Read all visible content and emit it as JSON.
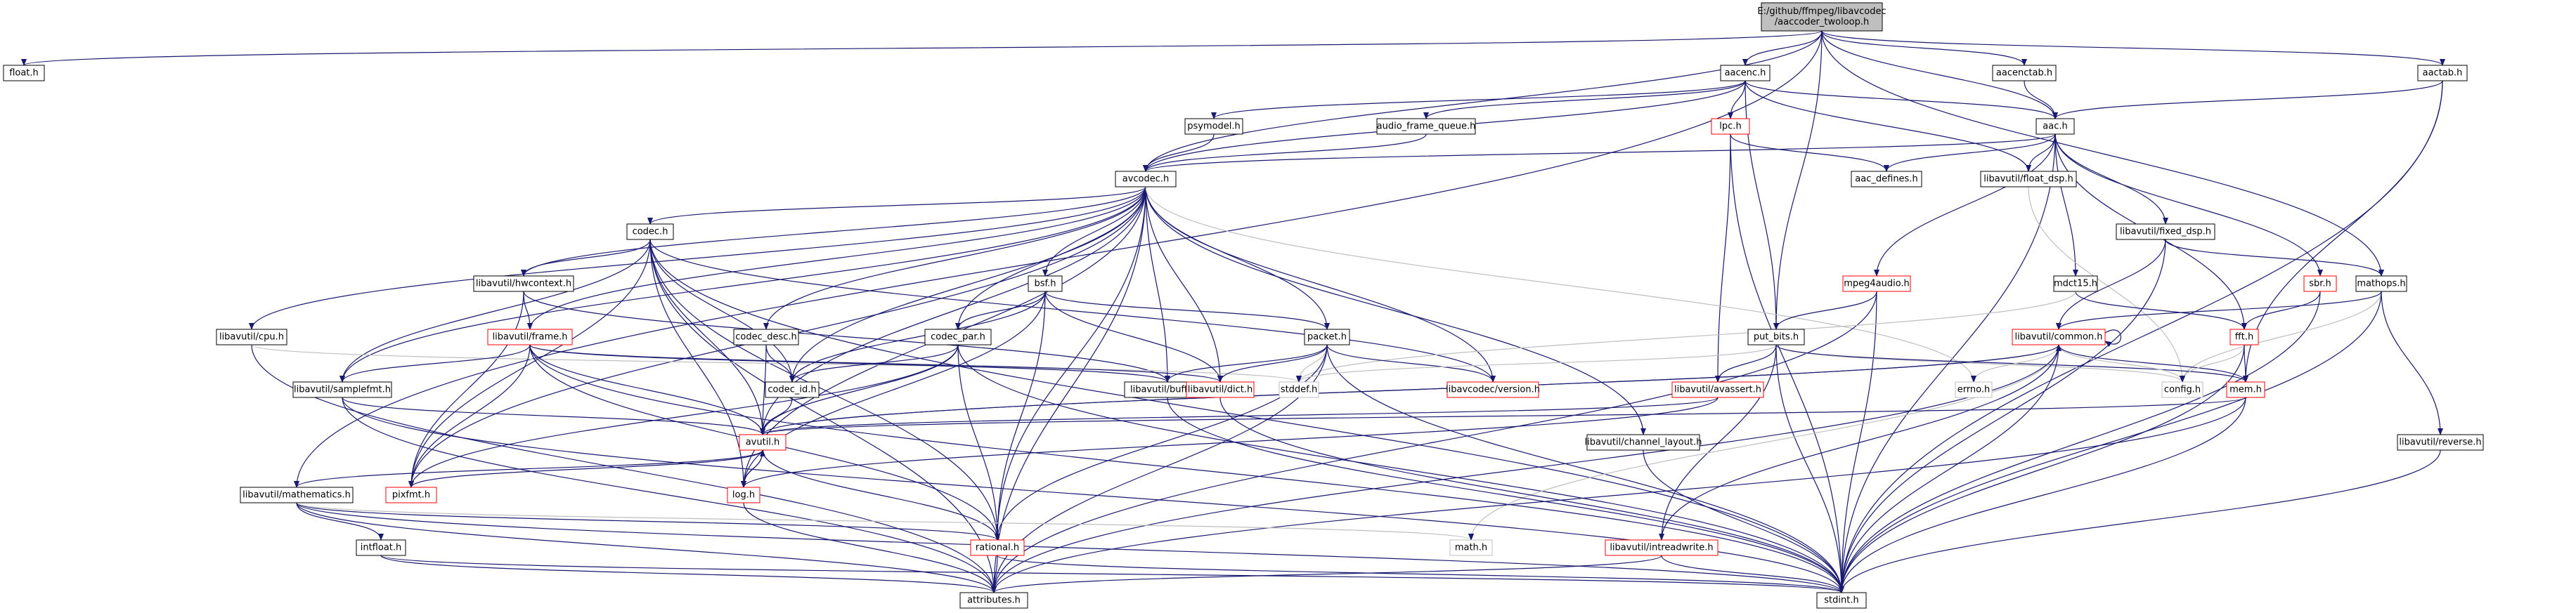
{
  "graph": {
    "nodes": [
      {
        "id": "root",
        "label": "E:/github/ffmpeg/libavcodec\n/aaccoder_twoloop.h",
        "style": "root"
      },
      {
        "id": "float",
        "label": "float.h",
        "style": "normal"
      },
      {
        "id": "aacenc",
        "label": "aacenc.h",
        "style": "normal"
      },
      {
        "id": "aacenctab",
        "label": "aacenctab.h",
        "style": "normal"
      },
      {
        "id": "aactab",
        "label": "aactab.h",
        "style": "normal"
      },
      {
        "id": "psymodel",
        "label": "psymodel.h",
        "style": "normal"
      },
      {
        "id": "afq",
        "label": "audio_frame_queue.h",
        "style": "normal"
      },
      {
        "id": "lpc",
        "label": "lpc.h",
        "style": "missing"
      },
      {
        "id": "aac",
        "label": "aac.h",
        "style": "normal"
      },
      {
        "id": "avcodec",
        "label": "avcodec.h",
        "style": "normal"
      },
      {
        "id": "aacdefines",
        "label": "aac_defines.h",
        "style": "normal"
      },
      {
        "id": "floatdsp",
        "label": "libavutil/float_dsp.h",
        "style": "normal"
      },
      {
        "id": "codec",
        "label": "codec.h",
        "style": "normal"
      },
      {
        "id": "fixeddsp",
        "label": "libavutil/fixed_dsp.h",
        "style": "normal"
      },
      {
        "id": "hwcontext",
        "label": "libavutil/hwcontext.h",
        "style": "normal"
      },
      {
        "id": "bsf",
        "label": "bsf.h",
        "style": "normal"
      },
      {
        "id": "mpeg4audio",
        "label": "mpeg4audio.h",
        "style": "missing"
      },
      {
        "id": "mdct15",
        "label": "mdct15.h",
        "style": "normal"
      },
      {
        "id": "sbr",
        "label": "sbr.h",
        "style": "missing"
      },
      {
        "id": "mathops",
        "label": "mathops.h",
        "style": "normal"
      },
      {
        "id": "cpu",
        "label": "libavutil/cpu.h",
        "style": "normal"
      },
      {
        "id": "frame",
        "label": "libavutil/frame.h",
        "style": "missing"
      },
      {
        "id": "codecdesc",
        "label": "codec_desc.h",
        "style": "normal"
      },
      {
        "id": "codecpar",
        "label": "codec_par.h",
        "style": "normal"
      },
      {
        "id": "packet",
        "label": "packet.h",
        "style": "normal"
      },
      {
        "id": "putbits",
        "label": "put_bits.h",
        "style": "normal"
      },
      {
        "id": "common",
        "label": "libavutil/common.h",
        "style": "missing"
      },
      {
        "id": "fft",
        "label": "fft.h",
        "style": "missing"
      },
      {
        "id": "samplefmt",
        "label": "libavutil/samplefmt.h",
        "style": "normal"
      },
      {
        "id": "codecid",
        "label": "codec_id.h",
        "style": "normal"
      },
      {
        "id": "buffer",
        "label": "libavutil/buffer.h",
        "style": "normal"
      },
      {
        "id": "dict",
        "label": "libavutil/dict.h",
        "style": "missing"
      },
      {
        "id": "stddef",
        "label": "stddef.h",
        "style": "gray"
      },
      {
        "id": "version",
        "label": "libavcodec/version.h",
        "style": "missing"
      },
      {
        "id": "avassert",
        "label": "libavutil/avassert.h",
        "style": "missing"
      },
      {
        "id": "errno",
        "label": "errno.h",
        "style": "gray"
      },
      {
        "id": "config",
        "label": "config.h",
        "style": "gray"
      },
      {
        "id": "mem",
        "label": "mem.h",
        "style": "missing"
      },
      {
        "id": "avutil",
        "label": "avutil.h",
        "style": "missing"
      },
      {
        "id": "chlayout",
        "label": "libavutil/channel_layout.h",
        "style": "normal"
      },
      {
        "id": "reverse",
        "label": "libavutil/reverse.h",
        "style": "normal"
      },
      {
        "id": "mathematics",
        "label": "libavutil/mathematics.h",
        "style": "normal"
      },
      {
        "id": "pixfmt",
        "label": "pixfmt.h",
        "style": "missing"
      },
      {
        "id": "log",
        "label": "log.h",
        "style": "missing"
      },
      {
        "id": "intfloat",
        "label": "intfloat.h",
        "style": "normal"
      },
      {
        "id": "rational",
        "label": "rational.h",
        "style": "missing"
      },
      {
        "id": "math",
        "label": "math.h",
        "style": "gray"
      },
      {
        "id": "intreadwrite",
        "label": "libavutil/intreadwrite.h",
        "style": "missing"
      },
      {
        "id": "attributes",
        "label": "attributes.h",
        "style": "normal"
      },
      {
        "id": "stdint",
        "label": "stdint.h",
        "style": "normal"
      }
    ],
    "edges": [
      [
        "root",
        "float"
      ],
      [
        "root",
        "aacenc"
      ],
      [
        "root",
        "aacenctab"
      ],
      [
        "root",
        "aactab"
      ],
      [
        "root",
        "mathematics"
      ],
      [
        "root",
        "avcodec"
      ],
      [
        "root",
        "aac"
      ],
      [
        "root",
        "putbits"
      ],
      [
        "root",
        "mathops"
      ],
      [
        "aacenc",
        "psymodel"
      ],
      [
        "aacenc",
        "afq"
      ],
      [
        "aacenc",
        "lpc"
      ],
      [
        "aacenc",
        "aac"
      ],
      [
        "aacenc",
        "avcodec"
      ],
      [
        "aacenc",
        "floatdsp"
      ],
      [
        "aacenc",
        "putbits"
      ],
      [
        "aacenctab",
        "aac"
      ],
      [
        "aactab",
        "aac"
      ],
      [
        "aactab",
        "mem"
      ],
      [
        "aactab",
        "stdint"
      ],
      [
        "psymodel",
        "avcodec"
      ],
      [
        "afq",
        "avcodec"
      ],
      [
        "lpc",
        "aacdefines"
      ],
      [
        "lpc",
        "avassert"
      ],
      [
        "lpc",
        "stdint"
      ],
      [
        "aac",
        "avcodec"
      ],
      [
        "aac",
        "aacdefines"
      ],
      [
        "aac",
        "floatdsp"
      ],
      [
        "aac",
        "fixeddsp"
      ],
      [
        "aac",
        "mpeg4audio"
      ],
      [
        "aac",
        "mdct15"
      ],
      [
        "aac",
        "sbr"
      ],
      [
        "aac",
        "fft"
      ],
      [
        "aac",
        "stdint"
      ],
      [
        "avcodec",
        "codec"
      ],
      [
        "avcodec",
        "hwcontext"
      ],
      [
        "avcodec",
        "bsf"
      ],
      [
        "avcodec",
        "cpu"
      ],
      [
        "avcodec",
        "frame"
      ],
      [
        "avcodec",
        "codecdesc"
      ],
      [
        "avcodec",
        "codecpar"
      ],
      [
        "avcodec",
        "packet"
      ],
      [
        "avcodec",
        "samplefmt"
      ],
      [
        "avcodec",
        "codecid"
      ],
      [
        "avcodec",
        "buffer"
      ],
      [
        "avcodec",
        "dict"
      ],
      [
        "avcodec",
        "version"
      ],
      [
        "avcodec",
        "avutil"
      ],
      [
        "avcodec",
        "chlayout"
      ],
      [
        "avcodec",
        "pixfmt"
      ],
      [
        "avcodec",
        "log"
      ],
      [
        "avcodec",
        "rational"
      ],
      [
        "avcodec",
        "attributes"
      ],
      [
        "avcodec",
        "errno"
      ],
      [
        "floatdsp",
        "config"
      ],
      [
        "codec",
        "hwcontext"
      ],
      [
        "codec",
        "samplefmt"
      ],
      [
        "codec",
        "codecid"
      ],
      [
        "codec",
        "version"
      ],
      [
        "codec",
        "avutil"
      ],
      [
        "codec",
        "log"
      ],
      [
        "codec",
        "rational"
      ],
      [
        "codec",
        "pixfmt"
      ],
      [
        "codec",
        "attributes"
      ],
      [
        "codec",
        "stdint"
      ],
      [
        "fixeddsp",
        "common"
      ],
      [
        "fixeddsp",
        "mathops"
      ],
      [
        "fixeddsp",
        "stdint"
      ],
      [
        "hwcontext",
        "frame"
      ],
      [
        "hwcontext",
        "buffer"
      ],
      [
        "hwcontext",
        "pixfmt"
      ],
      [
        "bsf",
        "codecid"
      ],
      [
        "bsf",
        "codecpar"
      ],
      [
        "bsf",
        "packet"
      ],
      [
        "bsf",
        "dict"
      ],
      [
        "bsf",
        "log"
      ],
      [
        "bsf",
        "rational"
      ],
      [
        "mpeg4audio",
        "putbits"
      ],
      [
        "mpeg4audio",
        "attributes"
      ],
      [
        "mpeg4audio",
        "stdint"
      ],
      [
        "mdct15",
        "fft"
      ],
      [
        "mdct15",
        "stddef"
      ],
      [
        "sbr",
        "fft"
      ],
      [
        "sbr",
        "stdint"
      ],
      [
        "mathops",
        "config"
      ],
      [
        "mathops",
        "common"
      ],
      [
        "mathops",
        "reverse"
      ],
      [
        "mathops",
        "stdint"
      ],
      [
        "cpu",
        "attributes"
      ],
      [
        "cpu",
        "stddef"
      ],
      [
        "frame",
        "samplefmt"
      ],
      [
        "frame",
        "buffer"
      ],
      [
        "frame",
        "dict"
      ],
      [
        "frame",
        "avutil"
      ],
      [
        "frame",
        "pixfmt"
      ],
      [
        "frame",
        "rational"
      ],
      [
        "frame",
        "stdint"
      ],
      [
        "codecdesc",
        "codecid"
      ],
      [
        "codecdesc",
        "avutil"
      ],
      [
        "codecpar",
        "codecid"
      ],
      [
        "codecpar",
        "avutil"
      ],
      [
        "codecpar",
        "pixfmt"
      ],
      [
        "codecpar",
        "rational"
      ],
      [
        "codecpar",
        "stdint"
      ],
      [
        "packet",
        "buffer"
      ],
      [
        "packet",
        "dict"
      ],
      [
        "packet",
        "stddef"
      ],
      [
        "packet",
        "version"
      ],
      [
        "packet",
        "attributes"
      ],
      [
        "packet",
        "rational"
      ],
      [
        "packet",
        "stdint"
      ],
      [
        "putbits",
        "avassert"
      ],
      [
        "putbits",
        "config"
      ],
      [
        "putbits",
        "intreadwrite"
      ],
      [
        "putbits",
        "stddef"
      ],
      [
        "putbits",
        "stdint"
      ],
      [
        "putbits",
        "mem"
      ],
      [
        "common",
        "errno"
      ],
      [
        "common",
        "config"
      ],
      [
        "common",
        "avutil"
      ],
      [
        "common",
        "math"
      ],
      [
        "common",
        "attributes"
      ],
      [
        "common",
        "mem"
      ],
      [
        "common",
        "stdint"
      ],
      [
        "common",
        "common"
      ],
      [
        "fft",
        "config"
      ],
      [
        "fft",
        "mem"
      ],
      [
        "fft",
        "stdint"
      ],
      [
        "samplefmt",
        "avutil"
      ],
      [
        "samplefmt",
        "attributes"
      ],
      [
        "samplefmt",
        "stdint"
      ],
      [
        "codecid",
        "avutil"
      ],
      [
        "buffer",
        "stdint"
      ],
      [
        "dict",
        "stdint"
      ],
      [
        "avassert",
        "avutil"
      ],
      [
        "avassert",
        "log"
      ],
      [
        "mem",
        "avutil"
      ],
      [
        "mem",
        "attributes"
      ],
      [
        "mem",
        "stdint"
      ],
      [
        "avutil",
        "log"
      ],
      [
        "avutil",
        "rational"
      ],
      [
        "avutil",
        "pixfmt"
      ],
      [
        "avutil",
        "common"
      ],
      [
        "avutil",
        "mathematics"
      ],
      [
        "chlayout",
        "stdint"
      ],
      [
        "reverse",
        "stdint"
      ],
      [
        "mathematics",
        "intfloat"
      ],
      [
        "mathematics",
        "rational"
      ],
      [
        "mathematics",
        "attributes"
      ],
      [
        "mathematics",
        "math"
      ],
      [
        "mathematics",
        "stdint"
      ],
      [
        "log",
        "avutil"
      ],
      [
        "log",
        "attributes"
      ],
      [
        "intfloat",
        "attributes"
      ],
      [
        "intfloat",
        "stdint"
      ],
      [
        "rational",
        "attributes"
      ],
      [
        "rational",
        "stdint"
      ],
      [
        "intreadwrite",
        "stdint"
      ],
      [
        "intreadwrite",
        "attributes"
      ],
      [
        "intreadwrite",
        "common"
      ]
    ]
  }
}
